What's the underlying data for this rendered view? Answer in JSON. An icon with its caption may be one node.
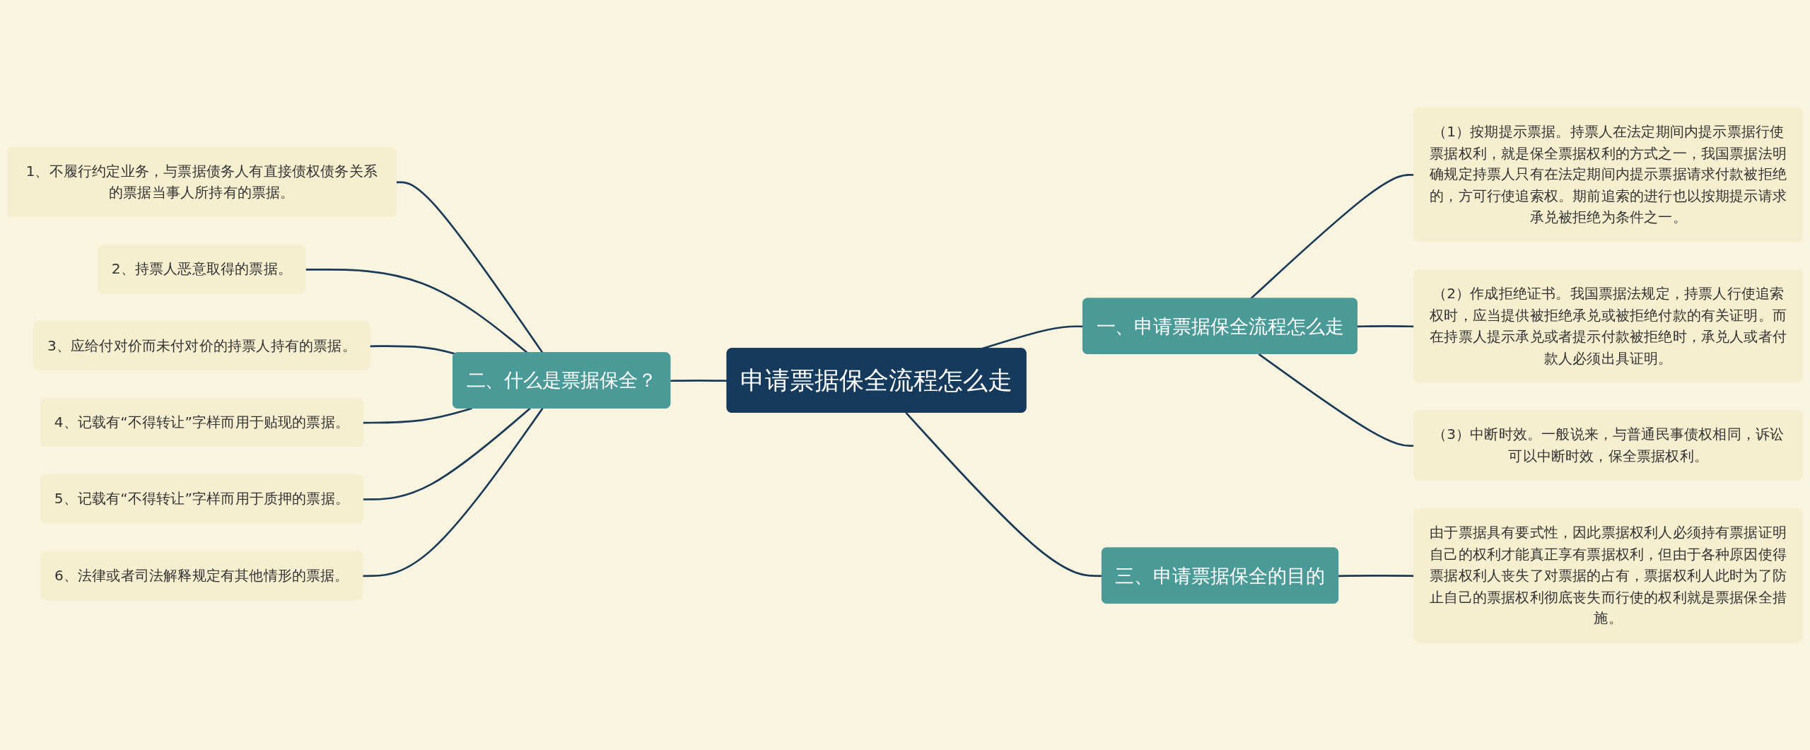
{
  "diagram": {
    "nodes": [
      {
        "text": [
          "申请票据保全流程怎么走"
        ]
      },
      {
        "text": [
          "一、申请票据保全流程怎么走"
        ]
      },
      {
        "text": [
          "（1）按期提示票据。持票人在法定期间内提示票据行使票据权利，就是保全票据权利的方式之一，我国票据法明确规定持票人只有在法定期间内提示票据请求付款被拒绝的，方可行使追索权。期前追索的进行也以按期提示请求承兑被拒绝为条件之一。"
        ]
      },
      {
        "text": [
          "（2）作成拒绝证书。我国票据法规定，持票人行使追索权时，应当提供被拒绝承兑或被拒绝付款的有关证明。而在持票人提示承兑或者提示付款被拒绝时，承兑人或者付款人必须出具证明。"
        ]
      },
      {
        "text": [
          "（3）中断时效。一般说来，与普通民事债权相同，诉讼可以中断时效，保全票据权利。"
        ]
      },
      {
        "text": [
          "三、申请票据保全的目的"
        ]
      },
      {
        "text": [
          "由于票据具有要式性，因此票据权利人必须持有票据证明自己的权利才能真正享有票据权利，但由于各种原因使得票据权利人丧失了对票据的占有，票据权利人此时为了防止自己的票据权利彻底丧失而行使的权利就是票据保全措施。"
        ]
      },
      {
        "text": [
          "二、什么是票据保全？"
        ]
      },
      {
        "text": [
          "1、不履行约定业务，与票据债务人有直接债权债务关系的票据当事人所持有的票据。"
        ]
      },
      {
        "text": [
          "2、持票人恶意取得的票据。"
        ]
      },
      {
        "text": [
          "3、应给付对价而未付对价的持票人持有的票据。"
        ]
      },
      {
        "text": [
          "4、记载有“不得转让”字样而用于贴现的票据。"
        ]
      },
      {
        "text": [
          "5、记载有“不得转让”字样而用于质押的票据。"
        ]
      },
      {
        "text": [
          "6、法律或者司法解释规定有其他情形的票据。"
        ]
      }
    ],
    "edges": [
      {
        "from": 0,
        "to": 1,
        "arrow": "none"
      },
      {
        "from": 1,
        "to": 2,
        "arrow": "none"
      },
      {
        "from": 1,
        "to": 3,
        "arrow": "none"
      },
      {
        "from": 1,
        "to": 4,
        "arrow": "none"
      },
      {
        "from": 0,
        "to": 5,
        "arrow": "none"
      },
      {
        "from": 5,
        "to": 6,
        "arrow": "none"
      },
      {
        "from": 7,
        "to": 0,
        "arrow": "none"
      },
      {
        "from": 8,
        "to": 7,
        "arrow": "none"
      },
      {
        "from": 9,
        "to": 7,
        "arrow": "none"
      },
      {
        "from": 10,
        "to": 7,
        "arrow": "none"
      },
      {
        "from": 11,
        "to": 7,
        "arrow": "none"
      },
      {
        "from": 12,
        "to": 7,
        "arrow": "none"
      },
      {
        "from": 13,
        "to": 7,
        "arrow": "none"
      }
    ]
  }
}
